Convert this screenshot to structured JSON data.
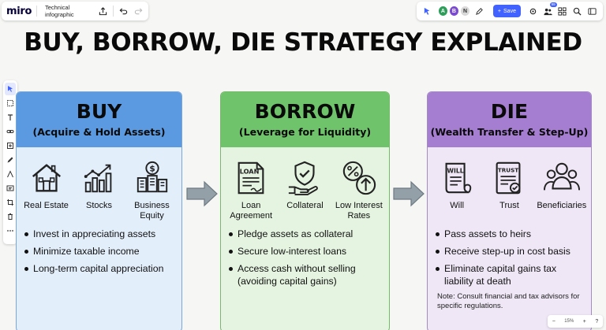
{
  "toolbar": {
    "logo": "miro",
    "board_title": "Technical infographic",
    "save_label": "Save",
    "avatars": [
      {
        "letter": "A",
        "color": "#2f9e5a"
      },
      {
        "letter": "B",
        "color": "#7a4bd1"
      },
      {
        "letter": "N",
        "color": "#d9d9d9"
      }
    ],
    "notification_count": "99"
  },
  "zoom": {
    "level": "15%"
  },
  "infographic": {
    "title": "BUY, BORROW, DIE STRATEGY EXPLAINED",
    "panels": [
      {
        "title": "BUY",
        "subtitle": "(Acquire & Hold Assets)",
        "color": "#5b9ae0",
        "icons": [
          {
            "name": "house-icon",
            "label": "Real Estate"
          },
          {
            "name": "bar-chart-icon",
            "label": "Stocks"
          },
          {
            "name": "business-buildings-icon",
            "label": "Business Equity"
          }
        ],
        "bullets": [
          "Invest in appreciating assets",
          "Minimize taxable income",
          "Long-term capital appreciation"
        ]
      },
      {
        "title": "BORROW",
        "subtitle": "(Leverage for Liquidity)",
        "color": "#6fc36a",
        "icons": [
          {
            "name": "loan-document-icon",
            "label": "Loan Agreement",
            "icon_text": "LOAN"
          },
          {
            "name": "shield-hand-icon",
            "label": "Collateral"
          },
          {
            "name": "percent-arrow-icon",
            "label": "Low Interest Rates"
          }
        ],
        "bullets": [
          "Pledge assets as collateral",
          "Secure low-interest loans",
          "Access cash without selling (avoiding capital gains)"
        ]
      },
      {
        "title": "DIE",
        "subtitle": "(Wealth Transfer & Step-Up)",
        "color": "#a57ed2",
        "icons": [
          {
            "name": "will-scroll-icon",
            "label": "Will",
            "icon_text": "WILL"
          },
          {
            "name": "trust-document-icon",
            "label": "Trust",
            "icon_text": "TRUST"
          },
          {
            "name": "people-group-icon",
            "label": "Beneficiaries"
          }
        ],
        "bullets": [
          "Pass assets to heirs",
          "Receive step-up in cost basis",
          "Eliminate capital gains tax liability at death"
        ],
        "note": "Note: Consult financial and tax advisors for specific regulations."
      }
    ]
  }
}
